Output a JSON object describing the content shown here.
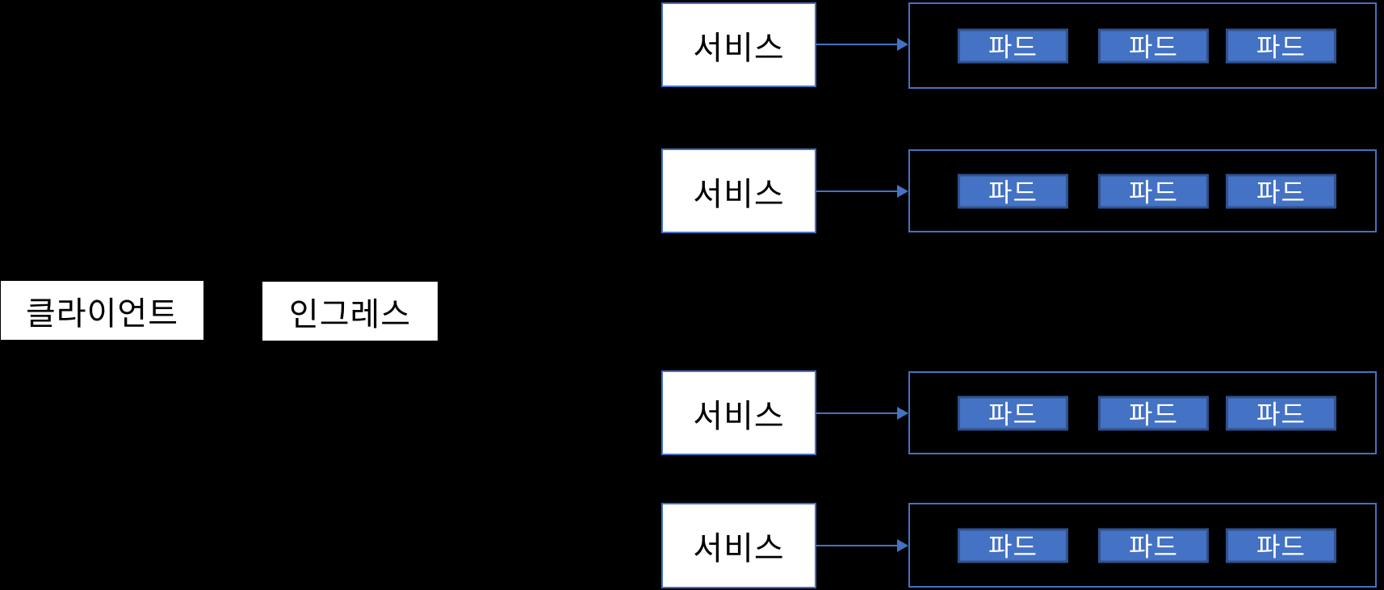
{
  "colors": {
    "background": "#000000",
    "accent_blue": "#4472C4",
    "pod_fill": "#4472C4",
    "pod_border": "#2F528F",
    "pod_text": "#ffffff",
    "node_fill": "#ffffff",
    "node_text": "#000000"
  },
  "client": {
    "label": "클라이언트"
  },
  "ingress": {
    "label": "인그레스"
  },
  "rows": [
    {
      "service": {
        "label": "서비스"
      },
      "pods": [
        {
          "label": "파드"
        },
        {
          "label": "파드"
        },
        {
          "label": "파드"
        }
      ]
    },
    {
      "service": {
        "label": "서비스"
      },
      "pods": [
        {
          "label": "파드"
        },
        {
          "label": "파드"
        },
        {
          "label": "파드"
        }
      ]
    },
    {
      "service": {
        "label": "서비스"
      },
      "pods": [
        {
          "label": "파드"
        },
        {
          "label": "파드"
        },
        {
          "label": "파드"
        }
      ]
    },
    {
      "service": {
        "label": "서비스"
      },
      "pods": [
        {
          "label": "파드"
        },
        {
          "label": "파드"
        },
        {
          "label": "파드"
        }
      ]
    }
  ]
}
